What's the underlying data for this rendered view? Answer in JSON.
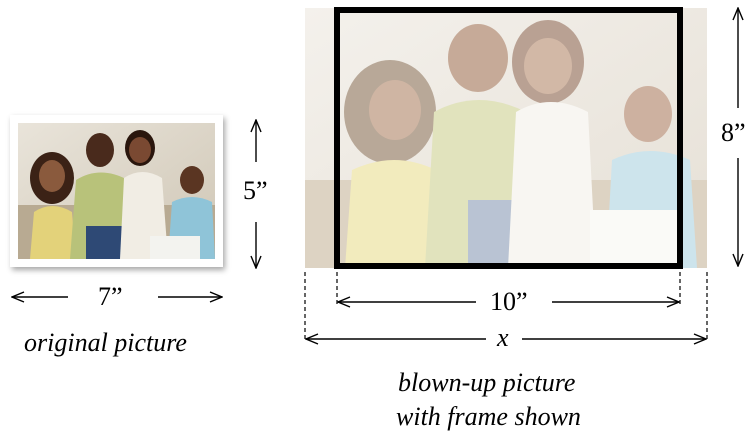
{
  "original": {
    "width_label": "7”",
    "height_label": "5”",
    "caption": "original picture"
  },
  "blown_up": {
    "inner_width_label": "10”",
    "outer_width_label": "x",
    "height_label": "8”",
    "caption_line1": "blown-up picture",
    "caption_line2": "with frame shown"
  },
  "colors": {
    "frame": "#000000",
    "arrow": "#000000",
    "photo_faded": "#e8e2d8"
  }
}
